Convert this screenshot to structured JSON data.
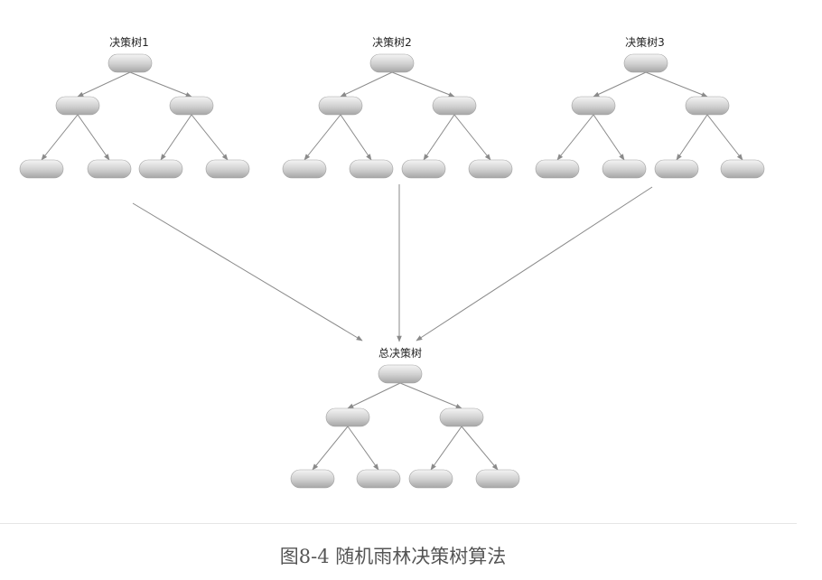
{
  "trees": [
    {
      "id": "tree-1",
      "title": "决策树1"
    },
    {
      "id": "tree-2",
      "title": "决策树2"
    },
    {
      "id": "tree-3",
      "title": "决策树3"
    }
  ],
  "combined_tree": {
    "title": "总决策树"
  },
  "caption": "图8-4 随机雨林决策树算法",
  "colors": {
    "node_light": "#f2f2f2",
    "node_dark": "#a9a9a9",
    "node_stroke": "#9a9a9a",
    "edge": "#8a8a8a",
    "caption_text": "#555555"
  }
}
